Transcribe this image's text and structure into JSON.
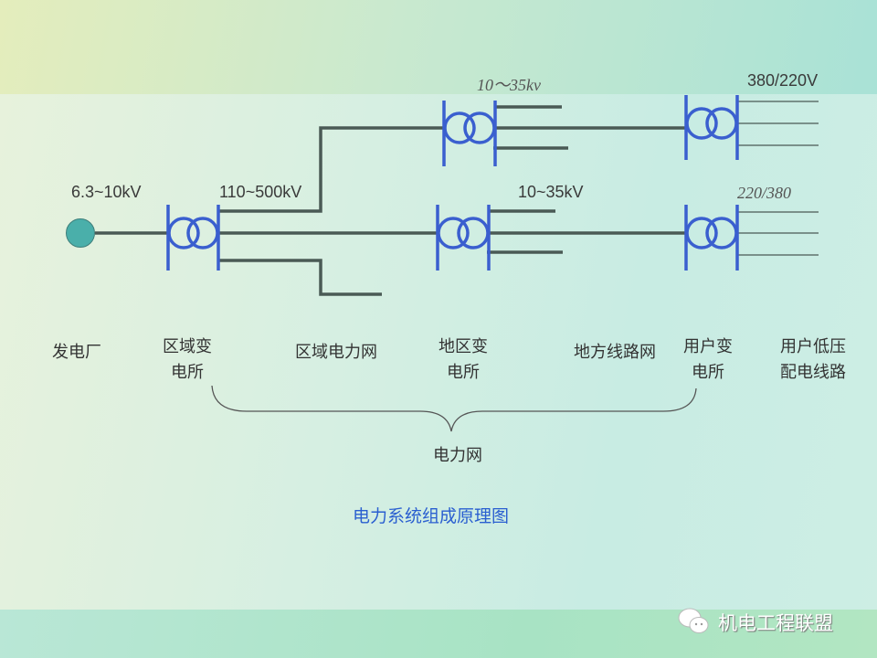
{
  "voltages": {
    "gen": "6.3~10kV",
    "regional": "110~500kV",
    "top_district": "10～35kv",
    "mid_district": "10~35kV",
    "top_user": "380/220V",
    "mid_user": "220/380"
  },
  "labels": {
    "plant": "发电厂",
    "regional_sub_1": "区域变",
    "regional_sub_2": "电所",
    "regional_grid": "区域电力网",
    "district_sub_1": "地区变",
    "district_sub_2": "电所",
    "local_lines": "地方线路网",
    "user_sub_1": "用户变",
    "user_sub_2": "电所",
    "lv_lines_1": "用户低压",
    "lv_lines_2": "配电线路",
    "grid": "电力网"
  },
  "title": "电力系统组成原理图",
  "watermark": "机电工程联盟",
  "colors": {
    "line": "#4a5a55",
    "transformer": "#3a5fcf",
    "generator": "#4aafaa",
    "title": "#2a5fd0"
  }
}
